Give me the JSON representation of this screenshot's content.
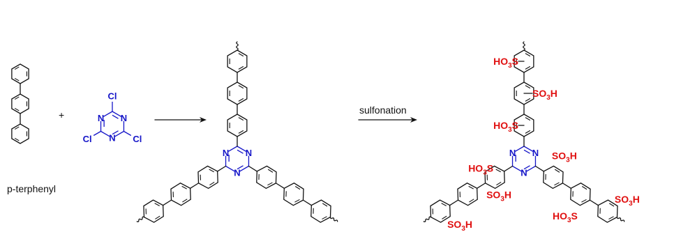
{
  "monomer_label": "p-terphenyl",
  "plus_sign": "+",
  "reaction_label": "sulfonation",
  "atoms": {
    "chlorine": "Cl",
    "nitrogen": "N"
  },
  "sulfonic_group": {
    "prefix_left": "HO",
    "sub_left": "3",
    "suffix_left": "S",
    "prefix_right": "SO",
    "sub_right": "3",
    "suffix_right": "H"
  },
  "colors": {
    "bonds": "#111111",
    "triazine": "#1515c8",
    "sulfonic": "#e01010"
  }
}
